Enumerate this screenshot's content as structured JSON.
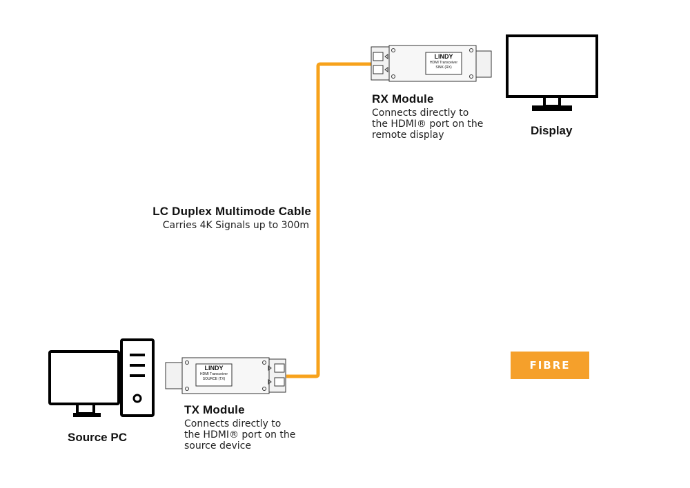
{
  "cable": {
    "title": "LC Duplex Multimode Cable",
    "subtitle": "Carries 4K Signals up to 300m",
    "color": "#F7A21B"
  },
  "rx_module": {
    "title": "RX Module",
    "desc_lines": [
      "Connects directly to",
      "the HDMI® port on the",
      "remote display"
    ],
    "brand": "LINDY",
    "device_line1": "HDMI Transceiver",
    "device_line2": "SINK (RX)"
  },
  "tx_module": {
    "title": "TX Module",
    "desc_lines": [
      "Connects directly to",
      "the HDMI® port on the",
      "source device"
    ],
    "brand": "LINDY",
    "device_line1": "HDMI Transceiver",
    "device_line2": "SOURCE (TX)"
  },
  "display": {
    "label": "Display"
  },
  "source_pc": {
    "label": "Source PC"
  },
  "badge": {
    "label": "FIBRE",
    "color": "#F5A02B"
  }
}
